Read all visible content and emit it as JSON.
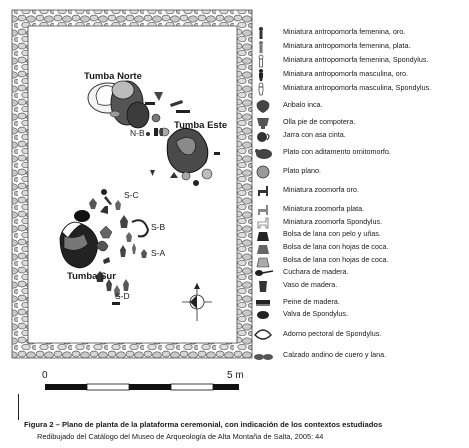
{
  "plan": {
    "labels": {
      "tumba_norte": "Tumba Norte",
      "tumba_este": "Tumba Este",
      "tumba_sur": "Tumba Sur",
      "nb": "N-B",
      "sc": "S-C",
      "sb": "S-B",
      "sa": "S-A",
      "sd": "S-D"
    },
    "scale": {
      "start": "0",
      "end": "5 m"
    },
    "north_symbol": "north-arrow-icon"
  },
  "legend": [
    {
      "icon": "figurine-icon",
      "label": "Miniatura antropomorfa femenina, oro."
    },
    {
      "icon": "figurine-icon",
      "label": "Miniatura antropomorfa femenina, plata."
    },
    {
      "icon": "figurine-icon",
      "label": "Miniatura antropomorfa femenina, Spondylus."
    },
    {
      "icon": "figurine-icon",
      "label": "Miniatura antropomorfa masculina, oro."
    },
    {
      "icon": "figurine-icon",
      "label": "Miniatura antropomorfa masculina, Spondylus."
    },
    {
      "icon": "aribalo-icon",
      "label": "Aribalo inca."
    },
    {
      "icon": "pot-icon",
      "label": "Olla pie de compotera."
    },
    {
      "icon": "jar-icon",
      "label": "Jarra con asa cinta."
    },
    {
      "icon": "bird-plate-icon",
      "label": "Plato con aditamento ornitomorfo."
    },
    {
      "icon": "plate-icon",
      "label": "Plato plano."
    },
    {
      "icon": "animal-icon",
      "label": "Miniatura zoomorfa oro."
    },
    {
      "icon": "animal-icon",
      "label": "Miniatura zoomorfa plata."
    },
    {
      "icon": "animal-icon",
      "label": "Miniatura zoomorfa Spondylus."
    },
    {
      "icon": "bag-icon",
      "label": "Bolsa de lana con pelo y uñas."
    },
    {
      "icon": "bag-icon",
      "label": "Bolsa de lana con hojas de coca."
    },
    {
      "icon": "bag-icon",
      "label": "Bolsa de lana con hojas de coca."
    },
    {
      "icon": "spoon-icon",
      "label": "Cuchara de madera."
    },
    {
      "icon": "cup-icon",
      "label": "Vaso de madera."
    },
    {
      "icon": "comb-icon",
      "label": "Peine de madera."
    },
    {
      "icon": "shell-icon",
      "label": "Valva de Spondylus."
    },
    {
      "icon": "pectoral-icon",
      "label": "Adorno pectoral de Spondylus."
    },
    {
      "icon": "sandal-icon",
      "label": "Calzado andino de cuero y lana."
    }
  ],
  "caption": {
    "title": "Figura 2 – Plano de planta de la plataforma ceremonial, con indicación de los contextos estudiados",
    "source": "Redibujado del Catálogo del Museo de Arqueología de Alta Montaña de Salta, 2005: 44"
  }
}
